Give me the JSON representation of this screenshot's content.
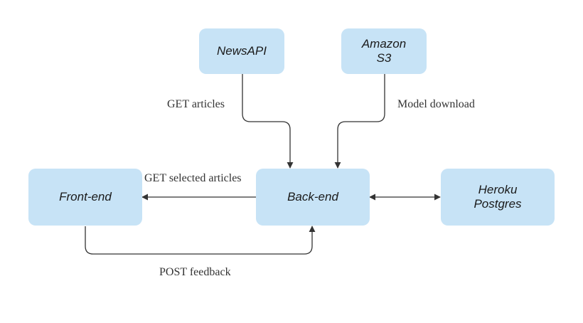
{
  "nodes": {
    "newsapi": "NewsAPI",
    "amazon_s3": "Amazon\nS3",
    "frontend": "Front-end",
    "backend": "Back-end",
    "heroku": "Heroku\nPostgres"
  },
  "edges": {
    "get_articles": "GET articles",
    "model_download": "Model download",
    "get_selected_articles": "GET selected articles",
    "post_feedback": "POST feedback"
  },
  "colors": {
    "node_fill": "#c7e3f6",
    "line": "#333333"
  }
}
